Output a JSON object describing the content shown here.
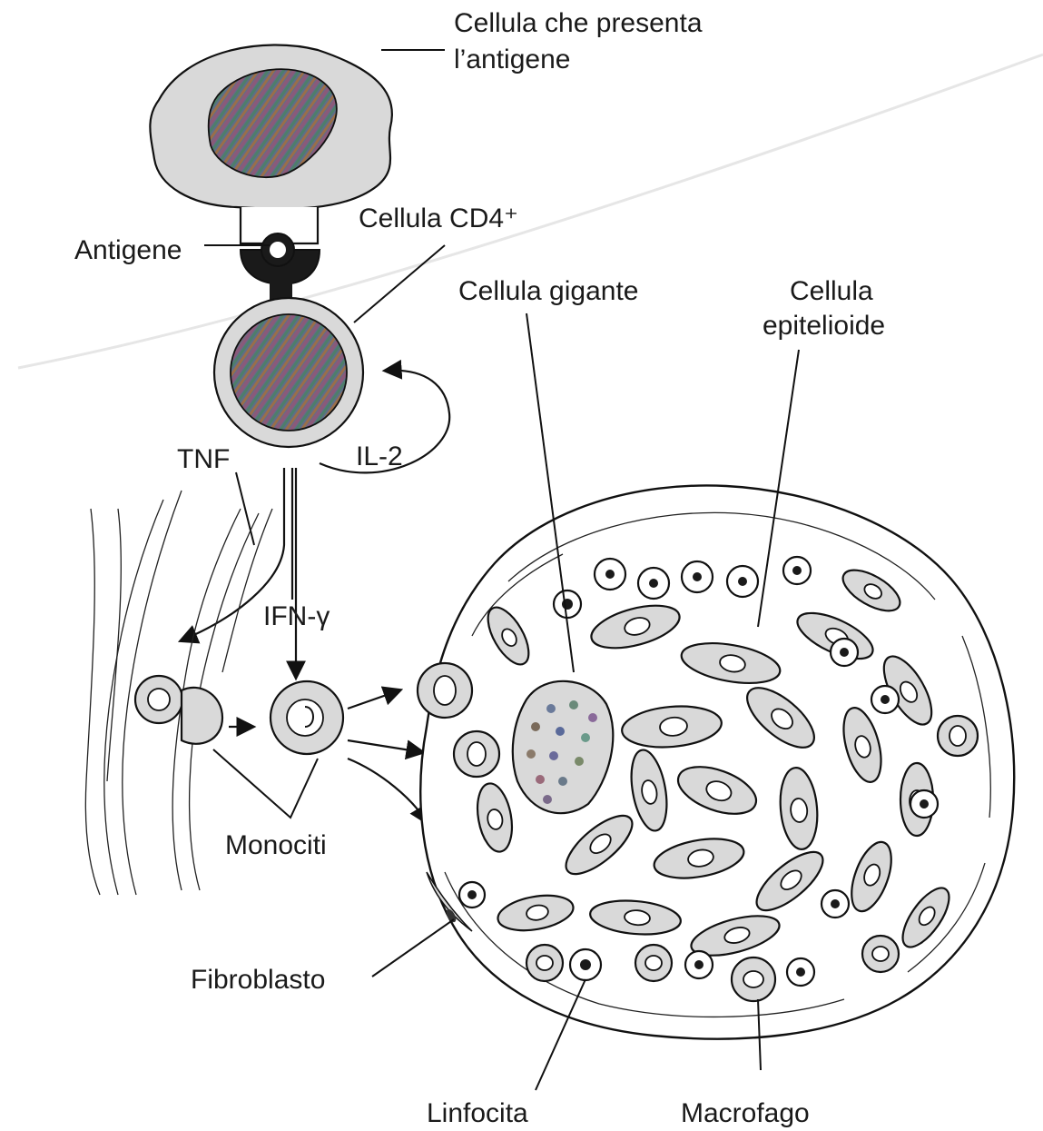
{
  "labels": {
    "apc_line1": "Cellula che presenta",
    "apc_line2": "l’antigene",
    "cd4": "Cellula CD4⁺",
    "antigene": "Antigene",
    "giant_cell": "Cellula gigante",
    "epithelioid_line1": "Cellula",
    "epithelioid_line2": "epitelioide",
    "tnf": "TNF",
    "il2": "IL-2",
    "ifn": "IFN-γ",
    "monociti": "Monociti",
    "fibroblasto": "Fibroblasto",
    "linfocita": "Linfocita",
    "macrofago": "Macrofago"
  },
  "colors": {
    "cytoplasm": "#d9d9d9",
    "line": "#111111",
    "nucleus_stripes": [
      "#7a5a8c",
      "#4e7a6e",
      "#9a6a4a",
      "#5a6a9a"
    ]
  }
}
